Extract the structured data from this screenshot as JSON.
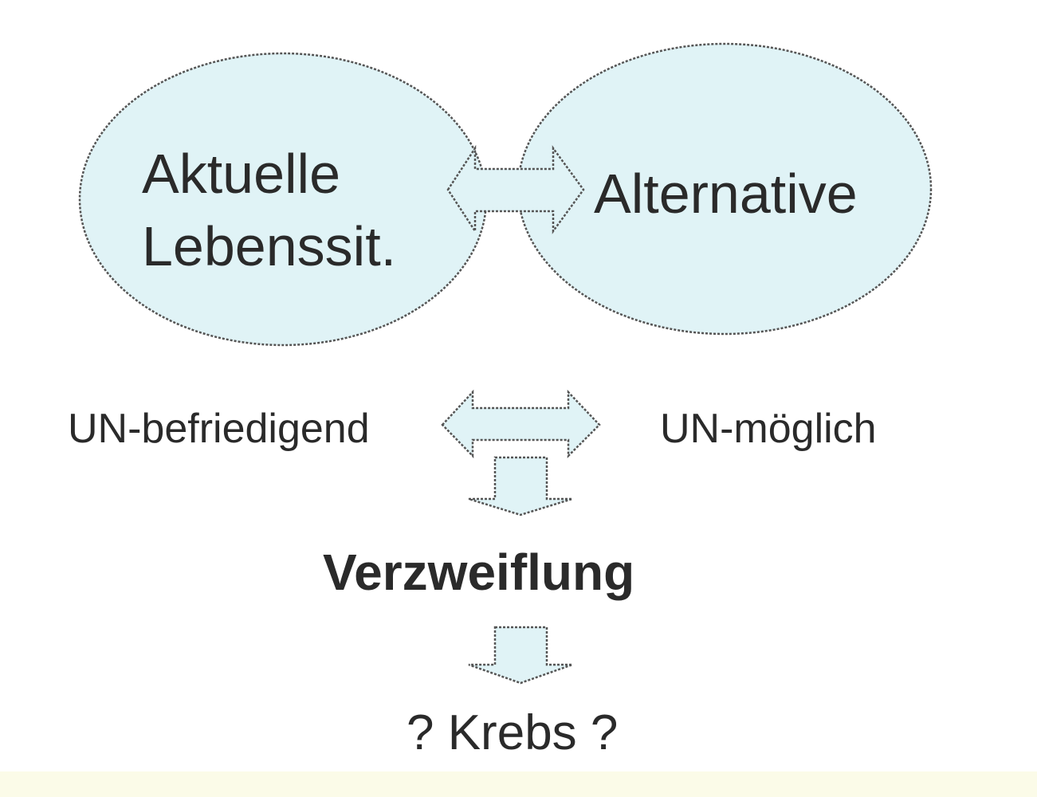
{
  "diagram": {
    "left_bubble": {
      "line1": "Aktuelle",
      "line2": "Lebenssit."
    },
    "right_bubble": {
      "label": "Alternative"
    },
    "left_label": "UN-befriedigend",
    "right_label": "UN-möglich",
    "result": "Verzweiflung",
    "consequence": "? Krebs ?"
  },
  "colors": {
    "bubble_fill": "#e0f3f6",
    "outline": "#555555",
    "text": "#2a2a2a"
  }
}
